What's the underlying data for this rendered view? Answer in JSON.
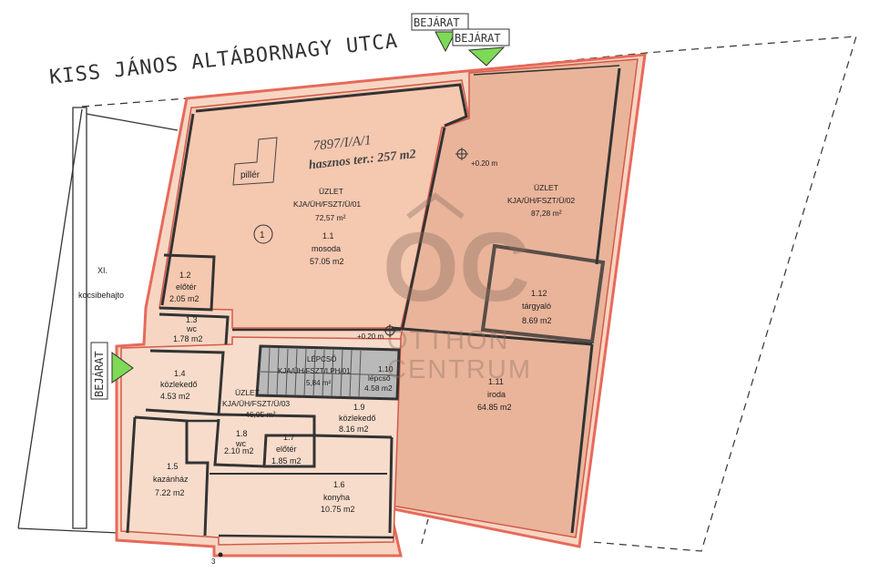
{
  "street_name": "KISS JÁNOS ALTÁBORNAGY UTCA",
  "entrance_label": "BEJÁRAT",
  "plot": {
    "id": "7897/I/A/1",
    "usable_area": "hasznos ter.: 257 m2"
  },
  "watermark": {
    "monogram": "OC",
    "line1": "OTTHON",
    "line2": "CENTRUM"
  },
  "driveway": {
    "number": "XI.",
    "label": "kocsibehajto"
  },
  "pillar_label": "pillér",
  "unit_marker": "1",
  "corner_number": "3",
  "levels": {
    "l1": "+0.20 m",
    "l2": "+0.20 m"
  },
  "units": [
    {
      "title": "ÜZLET",
      "code": "KJA/ÜH/FSZT/Ü/01",
      "area": "72,57 m²"
    },
    {
      "title": "ÜZLET",
      "code": "KJA/ÜH/FSZT/Ü/02",
      "area": "87,28 m²"
    },
    {
      "title": "ÜZLET",
      "code": "KJA/ÜH/FSZT/Ü/03",
      "area": "46,05 m²"
    }
  ],
  "stair": {
    "title": "LÉPCSŐ",
    "code": "KJA/ÜH/FSZT/LPH/01",
    "area": "5,84 m²"
  },
  "rooms": [
    {
      "num": "1.1",
      "name": "mosoda",
      "area": "57.05 m2"
    },
    {
      "num": "1.2",
      "name": "előtér",
      "area": "2.05 m2"
    },
    {
      "num": "1.3",
      "name": "wc",
      "area": "1.78 m2"
    },
    {
      "num": "1.4",
      "name": "közlekedő",
      "area": "4.53 m2"
    },
    {
      "num": "1.5",
      "name": "kazánház",
      "area": "7.22 m2"
    },
    {
      "num": "1.6",
      "name": "konyha",
      "area": "10.75 m2"
    },
    {
      "num": "1.7",
      "name": "előtér",
      "area": "1.85 m2"
    },
    {
      "num": "1.8",
      "name": "wc",
      "area": "2.10 m2"
    },
    {
      "num": "1.9",
      "name": "közlekedő",
      "area": "8.16 m2"
    },
    {
      "num": "1.10",
      "name": "lépcső",
      "area": "4.58 m2"
    },
    {
      "num": "1.11",
      "name": "iroda",
      "area": "64.85 m2"
    },
    {
      "num": "1.12",
      "name": "tárgyaló",
      "area": "8.69 m2"
    }
  ],
  "colors": {
    "unit01_fill": "#f5c8b0",
    "unit02_fill": "#e9b49a",
    "unit03_fill": "#f7dccb",
    "wall": "#e8695a",
    "stair_fill": "#b9b9b9",
    "entrance_marker": "#7ed957"
  }
}
